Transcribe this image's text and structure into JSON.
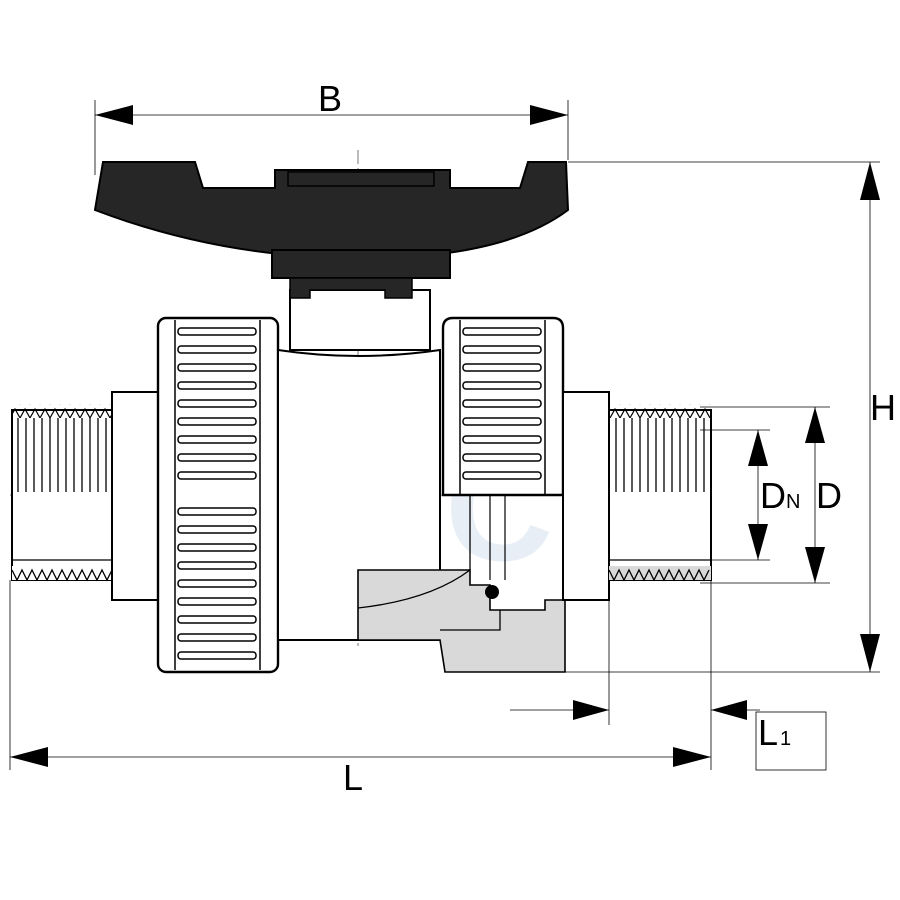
{
  "watermark": {
    "text": "HTC"
  },
  "labels": {
    "B": "B",
    "H": "H",
    "L": "L",
    "L1_main": "L",
    "L1_sub": "1",
    "DN_main": "D",
    "DN_sub": "N",
    "D": "D"
  },
  "colors": {
    "line": "#000000",
    "handle": "#222222",
    "section": "#d9d9d9",
    "watermark": "#dfe8f1"
  }
}
